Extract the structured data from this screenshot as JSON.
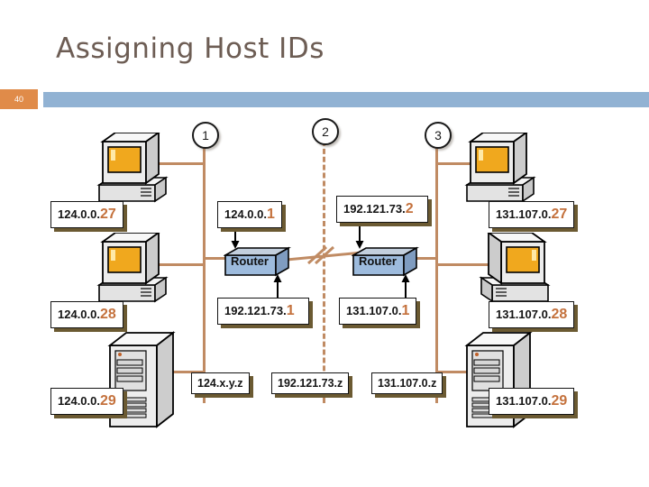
{
  "slide": {
    "title": "Assigning Host IDs",
    "page_number": "40",
    "accent_orange": "#e08b49",
    "header_band_blue": "#91b2d3",
    "title_color": "#6d5d54",
    "network_line_color": "#c08b63",
    "host_id_color": "#c4713c"
  },
  "networks": [
    {
      "marker": "1",
      "netid_label_prefix": "124.",
      "netid_label_suffix": "x.y.z"
    },
    {
      "marker": "2",
      "netid_label_prefix": "192.121.73.",
      "netid_label_suffix": "z"
    },
    {
      "marker": "3",
      "netid_label_prefix": "131.107.0.",
      "netid_label_suffix": "z"
    }
  ],
  "left_hosts": [
    {
      "icon": "desktop-computer-icon",
      "network": "124.0.0.",
      "host": "27"
    },
    {
      "icon": "desktop-computer-icon",
      "network": "124.0.0.",
      "host": "28"
    },
    {
      "icon": "server-tower-icon",
      "network": "124.0.0.",
      "host": "29"
    }
  ],
  "right_hosts": [
    {
      "icon": "desktop-computer-icon",
      "network": "131.107.0.",
      "host": "27"
    },
    {
      "icon": "desktop-computer-icon",
      "network": "131.107.0.",
      "host": "28"
    },
    {
      "icon": "server-tower-icon",
      "network": "131.107.0.",
      "host": "29"
    }
  ],
  "routers": [
    {
      "label": "Router",
      "name": "router-left"
    },
    {
      "label": "Router",
      "name": "router-right"
    }
  ],
  "router_interfaces": [
    {
      "network": "124.0.0.",
      "host": "1",
      "name": "left-router-lan-address"
    },
    {
      "network": "192.121.73.",
      "host": "2",
      "name": "right-router-wan-address"
    },
    {
      "network": "192.121.73.",
      "host": "1",
      "name": "left-router-wan-address"
    },
    {
      "network": "131.107.0.",
      "host": "1",
      "name": "right-router-lan-address"
    }
  ]
}
